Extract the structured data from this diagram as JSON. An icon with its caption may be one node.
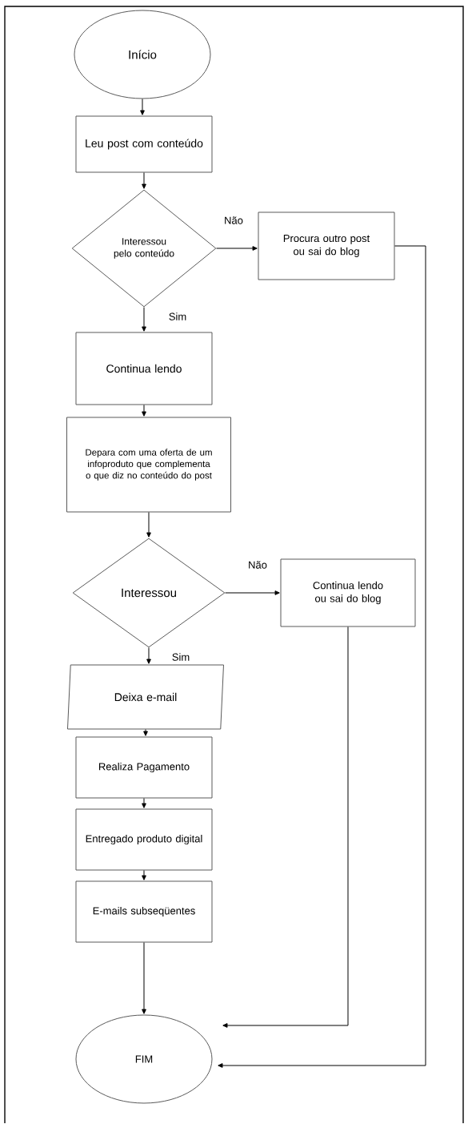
{
  "diagram": {
    "nodes": [
      {
        "text": [
          "Início"
        ]
      },
      {
        "text": [
          "Leu post com conteúdo"
        ]
      },
      {
        "text": [
          "Interessou pelo conteúdo"
        ]
      },
      {
        "text": [
          "Procura outro post ou sai do blog"
        ]
      },
      {
        "text": [
          "Continua lendo"
        ]
      },
      {
        "text": [
          "Depara com uma oferta de um infoproduto que complementa o que diz no conteúdo do post"
        ]
      },
      {
        "text": [
          "Interessou"
        ]
      },
      {
        "text": [
          "Continua lendo ou sai do blog"
        ]
      },
      {
        "text": [
          "Deixa e-mail"
        ]
      },
      {
        "text": [
          "Realiza Pagamento"
        ]
      },
      {
        "text": [
          "Entregado produto digital"
        ]
      },
      {
        "text": [
          "E-mails subseqüentes"
        ]
      },
      {
        "text": [
          "FIM"
        ]
      }
    ],
    "edges": [
      {
        "from": 0,
        "to": 1,
        "arrow": "to"
      },
      {
        "from": 1,
        "to": 2,
        "arrow": "to"
      },
      {
        "from": 2,
        "to": 3,
        "arrow": "to",
        "label": "Não"
      },
      {
        "from": 2,
        "to": 4,
        "arrow": "to",
        "label": "Sim"
      },
      {
        "from": 4,
        "to": 5,
        "arrow": "to"
      },
      {
        "from": 5,
        "to": 6,
        "arrow": "to"
      },
      {
        "from": 6,
        "to": 7,
        "arrow": "to",
        "label": "Não"
      },
      {
        "from": 6,
        "to": 8,
        "arrow": "to",
        "label": "Sim"
      },
      {
        "from": 8,
        "to": 9,
        "arrow": "to"
      },
      {
        "from": 9,
        "to": 10,
        "arrow": "to"
      },
      {
        "from": 10,
        "to": 11,
        "arrow": "to"
      },
      {
        "from": 11,
        "to": 12,
        "arrow": "to"
      },
      {
        "from": 7,
        "to": 12,
        "arrow": "to"
      },
      {
        "from": 3,
        "to": 12,
        "arrow": "to"
      }
    ]
  }
}
